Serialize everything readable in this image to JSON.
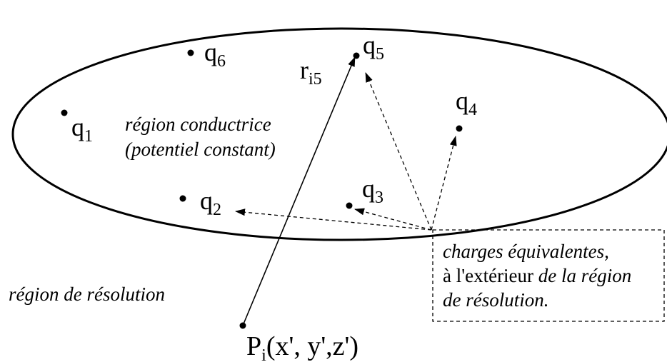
{
  "charges": {
    "q1": {
      "base": "q",
      "sub": "1"
    },
    "q2": {
      "base": "q",
      "sub": "2"
    },
    "q3": {
      "base": "q",
      "sub": "3"
    },
    "q4": {
      "base": "q",
      "sub": "4"
    },
    "q5": {
      "base": "q",
      "sub": "5"
    },
    "q6": {
      "base": "q",
      "sub": "6"
    }
  },
  "vector": {
    "base": "r",
    "sub": "i5"
  },
  "point": {
    "base": "P",
    "sub": "i",
    "coords": "(x', y',z')"
  },
  "conductor": {
    "line1": "région conductrice",
    "line2": "(potentiel constant)"
  },
  "resolution_region": "région de résolution",
  "equivalent_box": {
    "line1": "charges équivalentes,",
    "line2_plain": "à l'extérieur ",
    "line2_italic": "de la région",
    "line3": "de résolution."
  }
}
